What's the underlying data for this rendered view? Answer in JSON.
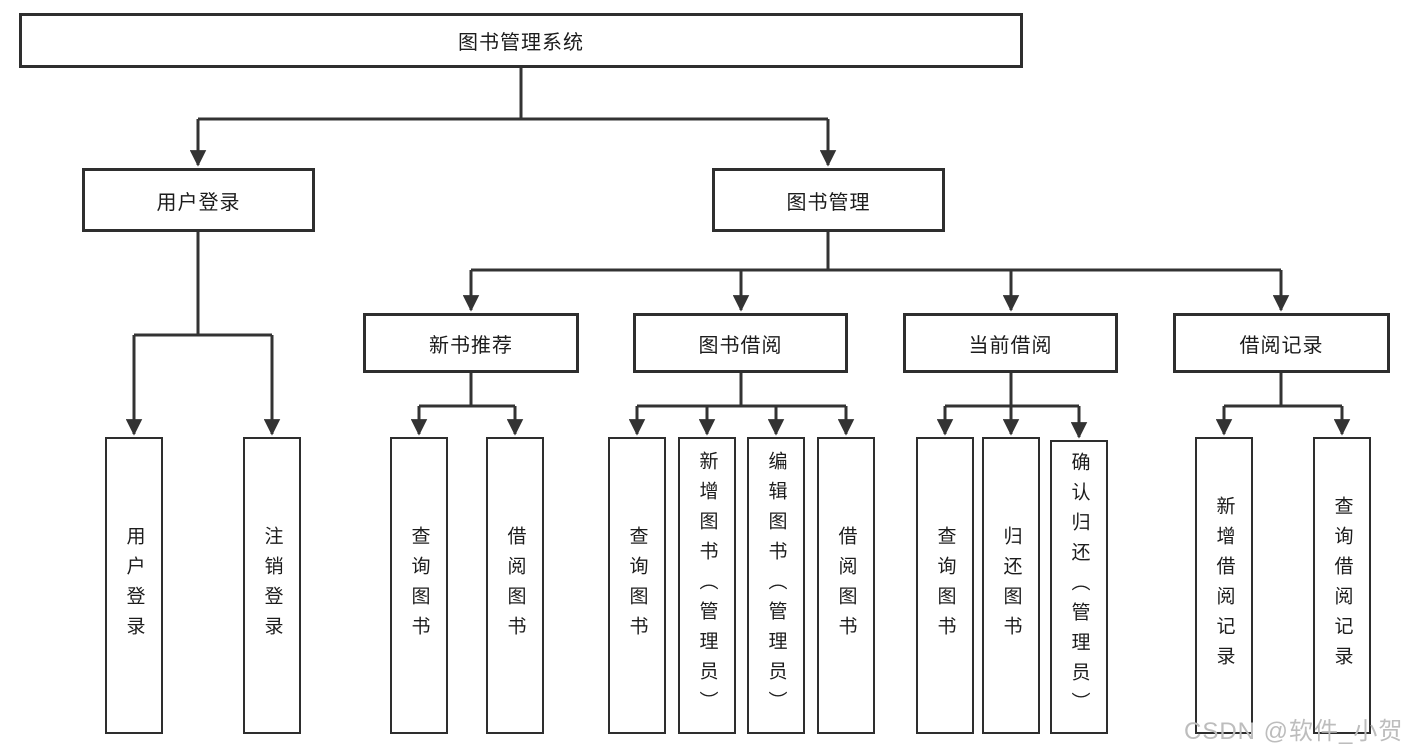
{
  "colors": {
    "background": "#ffffff",
    "box_border": "#2e2e2e",
    "connector_line": "#333333",
    "text": "#1c1c1c",
    "watermark": "#bdbdbd"
  },
  "watermark": {
    "text": "CSDN @软件_小贺同学"
  },
  "tree": {
    "label": "图书管理系统",
    "children": [
      {
        "label": "用户登录",
        "children": [
          {
            "label": "用户登录"
          },
          {
            "label": "注销登录"
          }
        ]
      },
      {
        "label": "图书管理",
        "children": [
          {
            "label": "新书推荐",
            "children": [
              {
                "label": "查询图书"
              },
              {
                "label": "借阅图书"
              }
            ]
          },
          {
            "label": "图书借阅",
            "children": [
              {
                "label": "查询图书"
              },
              {
                "label": "新增图书（管理员）"
              },
              {
                "label": "编辑图书（管理员）"
              },
              {
                "label": "借阅图书"
              }
            ]
          },
          {
            "label": "当前借阅",
            "children": [
              {
                "label": "查询图书"
              },
              {
                "label": "归还图书"
              },
              {
                "label": "确认归还（管理员）"
              }
            ]
          },
          {
            "label": "借阅记录",
            "children": [
              {
                "label": "新增借阅记录"
              },
              {
                "label": "查询借阅记录"
              }
            ]
          }
        ]
      }
    ]
  }
}
